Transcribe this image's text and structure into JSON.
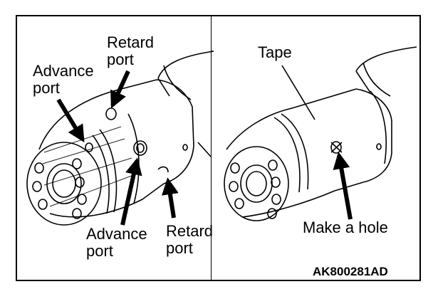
{
  "left_panel": {
    "retard_port_top": [
      "Retard",
      "port"
    ],
    "advance_port_top": [
      "Advance",
      "port"
    ],
    "advance_port_bottom": [
      "Advance",
      "port"
    ],
    "retard_port_bottom": [
      "Retard",
      "port"
    ]
  },
  "right_panel": {
    "tape_label": "Tape",
    "make_hole_label": "Make a hole",
    "figure_code": "AK800281AD"
  }
}
